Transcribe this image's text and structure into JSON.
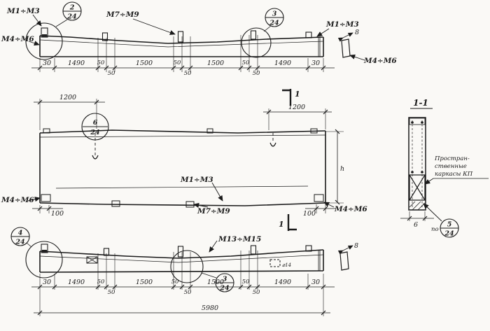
{
  "top": {
    "label_m1m3_left": "М1÷М3",
    "label_m7m9": "М7÷М9",
    "label_m1m3_right": "М1÷М3",
    "label_m4m6_left": "М4÷М6",
    "label_m4m6_right": "М4÷М6",
    "callout_left": {
      "num": "2",
      "den": "24"
    },
    "callout_mid": {
      "num": "3",
      "den": "24"
    },
    "dims": [
      "30",
      "1490",
      "50",
      "50",
      "1500",
      "50",
      "50",
      "1500",
      "50",
      "50",
      "1490",
      "30"
    ],
    "end_thickness": "8"
  },
  "plan": {
    "dim_left": "1200",
    "dim_right": "1200",
    "height": "h",
    "edge_left": "100",
    "edge_right": "100",
    "label_m1m3": "М1÷М3",
    "label_m7m9": "М7÷М9",
    "label_m4m6_left": "М4÷М6",
    "label_m4m6_right": "М4÷М6",
    "callout": {
      "num": "6",
      "den": "24"
    },
    "section_mark": "1"
  },
  "section": {
    "title": "1-1",
    "note": [
      "Простран-",
      "ственные",
      "каркасы КП"
    ],
    "po": "по",
    "callout": {
      "num": "5",
      "den": "24"
    },
    "width": "6"
  },
  "bottom": {
    "label_m13m15": "М13÷М15",
    "callout_left": {
      "num": "4",
      "den": "24"
    },
    "callout_mid": {
      "num": "3",
      "den": "24"
    },
    "detail_label": "⌀14",
    "dims": [
      "30",
      "1490",
      "50",
      "50",
      "1500",
      "50",
      "50",
      "1500",
      "50",
      "50",
      "1490",
      "30"
    ],
    "total": "5980",
    "end_thickness": "8"
  }
}
